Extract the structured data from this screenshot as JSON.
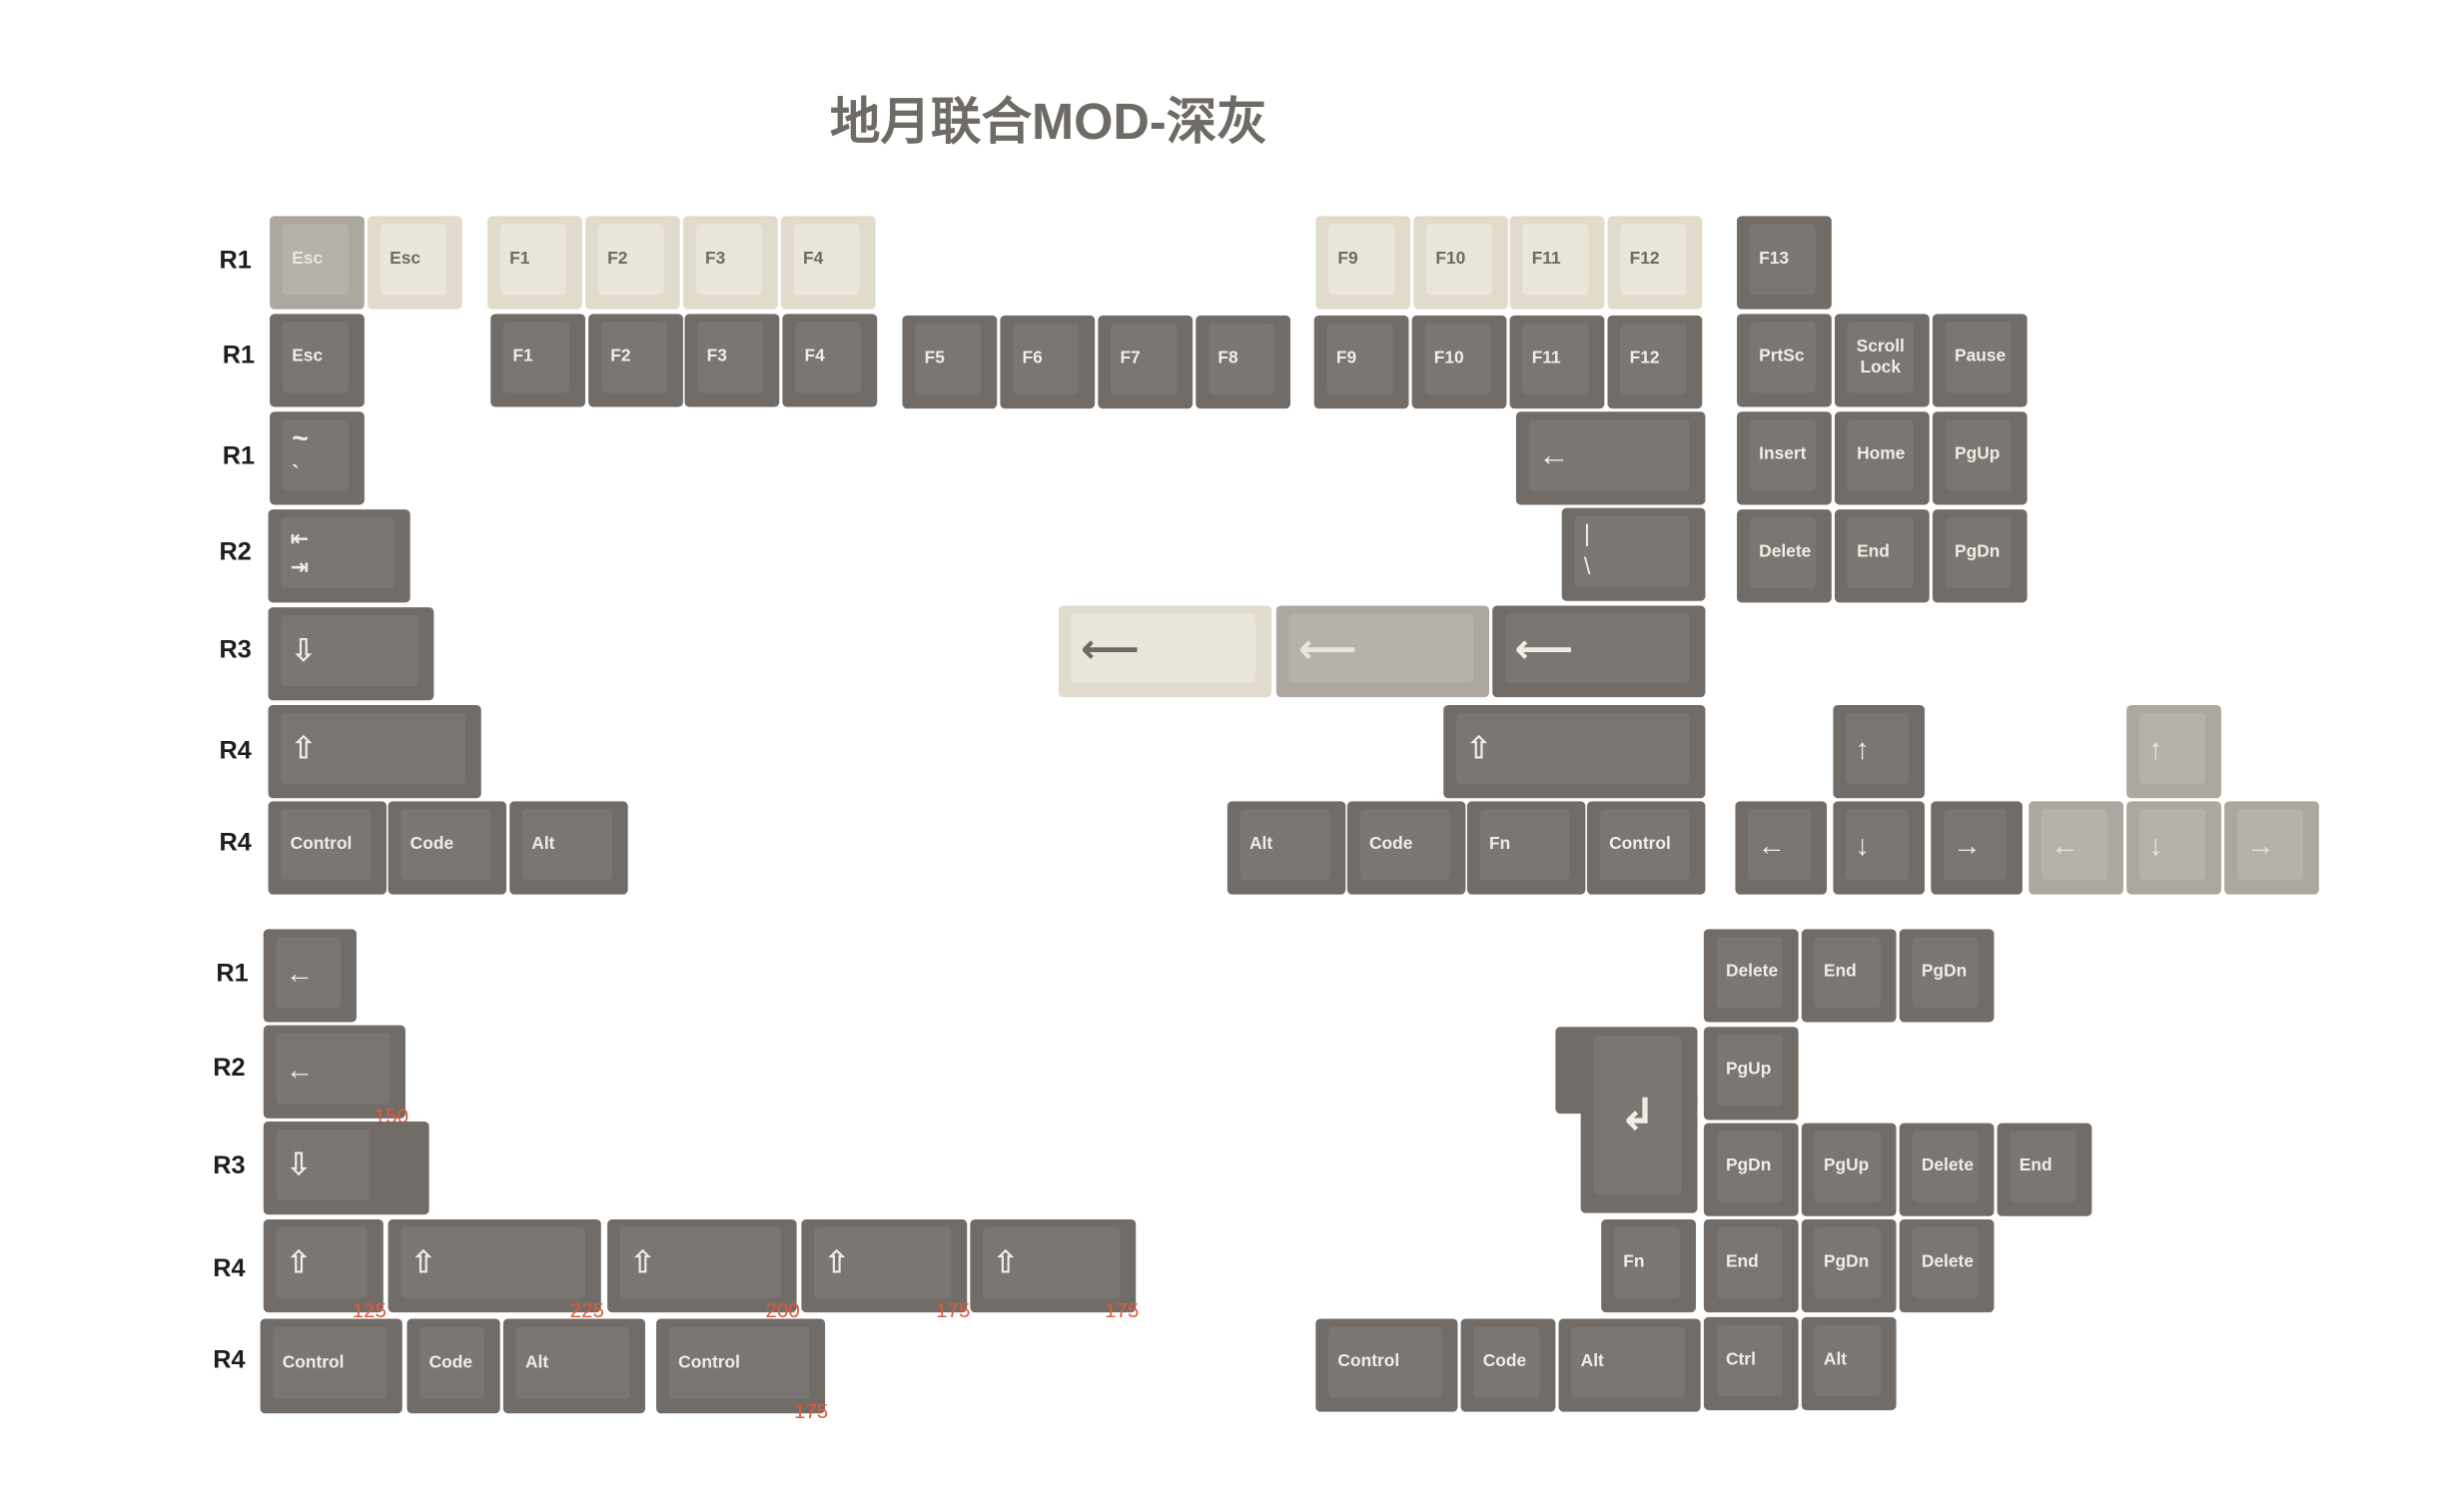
{
  "title": "地月联合MOD-深灰",
  "row_labels": [
    "R1",
    "R1",
    "R1",
    "R2",
    "R3",
    "R4",
    "R4",
    "R1",
    "R2",
    "R3",
    "R4",
    "R4"
  ],
  "keys": {
    "esc": "Esc",
    "f1": "F1",
    "f2": "F2",
    "f3": "F3",
    "f4": "F4",
    "f5": "F5",
    "f6": "F6",
    "f7": "F7",
    "f8": "F8",
    "f9": "F9",
    "f10": "F10",
    "f11": "F11",
    "f12": "F12",
    "f13": "F13",
    "prtsc": "PrtSc",
    "scroll_lock": "Scroll\nLock",
    "pause": "Pause",
    "insert": "Insert",
    "home": "Home",
    "pgup": "PgUp",
    "delete": "Delete",
    "end": "End",
    "pgdn": "PgDn",
    "control": "Control",
    "code": "Code",
    "alt": "Alt",
    "fn": "Fn",
    "ctrl": "Ctrl"
  },
  "glyphs": {
    "tilde": "~",
    "backtick": "`",
    "tab_left": "⇤",
    "tab_right": "⇥",
    "caps": "⇩",
    "shift": "⇧",
    "backspace": "←",
    "pipe": "|",
    "backslash": "\\",
    "enter": "⟵",
    "enter_big": "↲",
    "arrow_up": "↑",
    "arrow_down": "↓",
    "arrow_left": "←",
    "arrow_right": "→"
  },
  "sizes": {
    "backspace": "150",
    "shift_125": "125",
    "shift_225": "225",
    "shift_200": "200",
    "shift_175a": "175",
    "shift_175b": "175",
    "control_175": "175"
  },
  "colors": {
    "dark_base": "#716c68",
    "dark_face": "#7b7673",
    "cream_base": "#e1dbcc",
    "cream_face": "#ebe6da",
    "light_base": "#aca8a0",
    "light_face": "#b6b2ab",
    "legend_light": "#f2ede3",
    "size_label": "#e05a3a"
  }
}
